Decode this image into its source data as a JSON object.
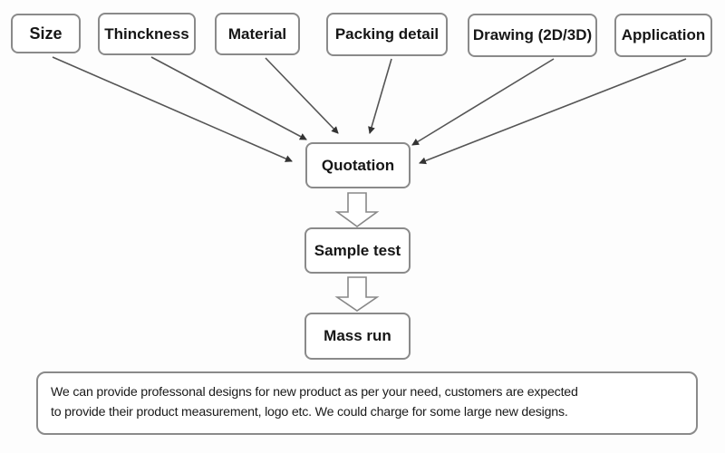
{
  "inputs": [
    {
      "label": "Size"
    },
    {
      "label": "Thinckness"
    },
    {
      "label": "Material"
    },
    {
      "label": "Packing detail"
    },
    {
      "label": "Drawing (2D/3D)"
    },
    {
      "label": "Application"
    }
  ],
  "flow": [
    {
      "label": "Quotation"
    },
    {
      "label": "Sample test"
    },
    {
      "label": "Mass run"
    }
  ],
  "note": {
    "line1": "We can provide professonal designs for new product  as per your need, customers are expected",
    "line2": "to provide their product measurement, logo etc. We could charge for some large new designs."
  },
  "colors": {
    "border": "#8a8a8a",
    "arrow": "#444444",
    "text": "#161616"
  }
}
